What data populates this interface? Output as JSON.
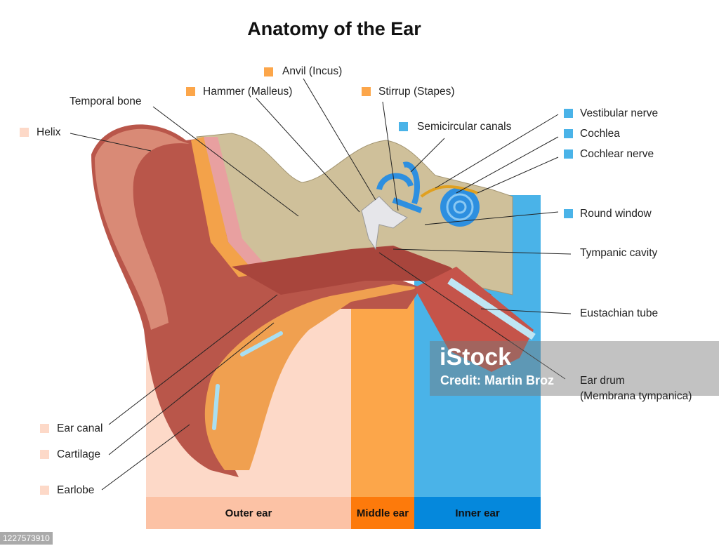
{
  "title": "Anatomy of the Ear",
  "colors": {
    "outer_light": "#fdd9c8",
    "outer_dark": "#fcc2a5",
    "middle_light": "#fca64a",
    "middle_dark": "#fd7a0b",
    "inner_light": "#4ab3e8",
    "inner_dark": "#0588dc"
  },
  "labels": {
    "helix": "Helix",
    "temporal_bone": "Temporal bone",
    "hammer": "Hammer (Malleus)",
    "anvil": "Anvil (Incus)",
    "stirrup": "Stirrup (Stapes)",
    "semicircular": "Semicircular canals",
    "vestibular_nerve": "Vestibular nerve",
    "cochlea": "Cochlea",
    "cochlear_nerve": "Cochlear nerve",
    "round_window": "Round window",
    "tympanic_cavity": "Tympanic cavity",
    "eustachian_tube": "Eustachian tube",
    "ear_drum": "Ear drum",
    "ear_drum_latin": "(Membrana tympanica)",
    "ear_canal": "Ear canal",
    "cartilage": "Cartilage",
    "earlobe": "Earlobe"
  },
  "zones": {
    "outer": "Outer ear",
    "middle": "Middle ear",
    "inner": "Inner ear"
  },
  "watermark": {
    "logo": "iStock",
    "credit": "Credit: Martin Broz"
  },
  "image_id": "1227573910"
}
